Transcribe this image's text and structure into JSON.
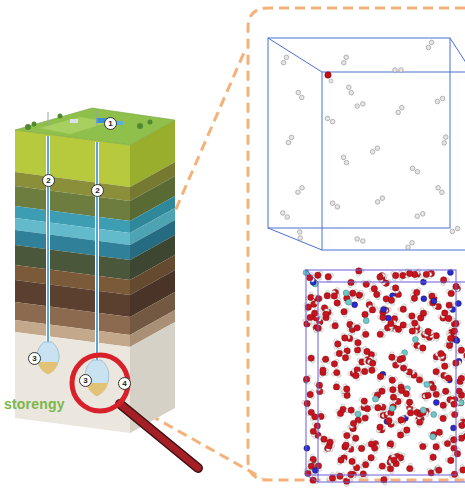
{
  "diagram": {
    "labels": [
      "1",
      "2",
      "2",
      "3",
      "3",
      "4",
      "storengy"
    ]
  }
}
